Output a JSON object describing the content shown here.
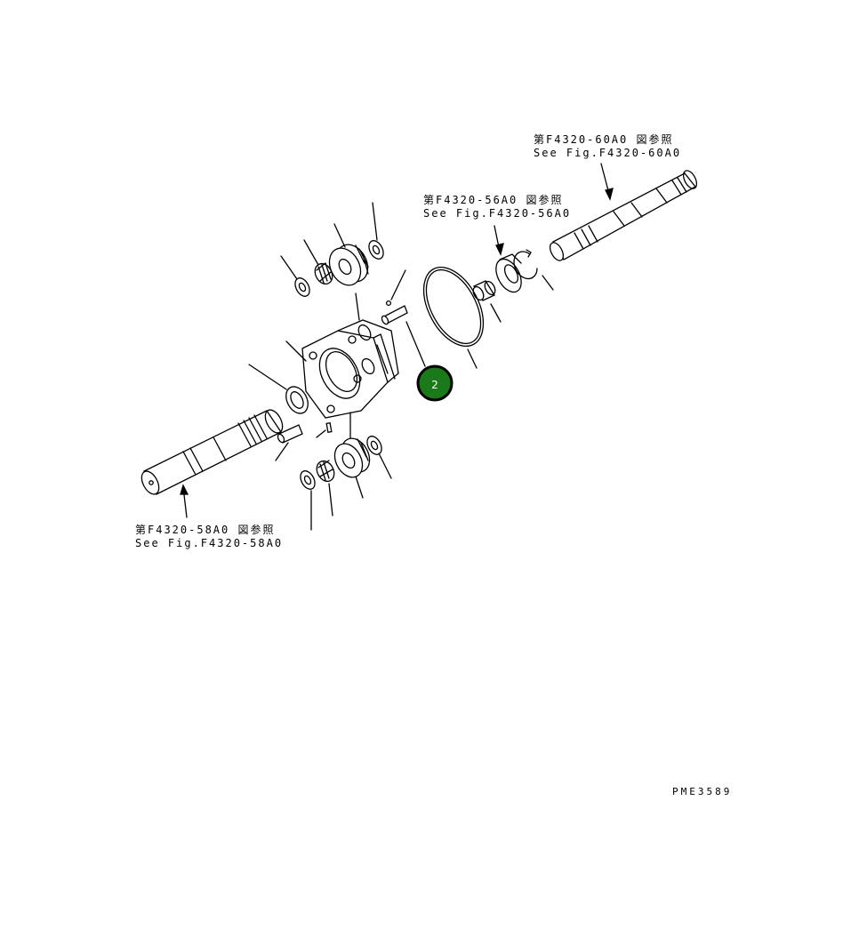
{
  "references": {
    "top_right": {
      "jp": "第F4320-60A0 図参照",
      "en": "See Fig.F4320-60A0"
    },
    "middle": {
      "jp": "第F4320-56A0 図参照",
      "en": "See Fig.F4320-56A0"
    },
    "bottom_left": {
      "jp": "第F4320-58A0 図参照",
      "en": "See Fig.F4320-58A0"
    }
  },
  "callout": {
    "number": "2",
    "fill": "#1a7a1a",
    "stroke": "#000000"
  },
  "drawing_code": "PME3589",
  "colors": {
    "line": "#000000",
    "background": "#ffffff"
  }
}
